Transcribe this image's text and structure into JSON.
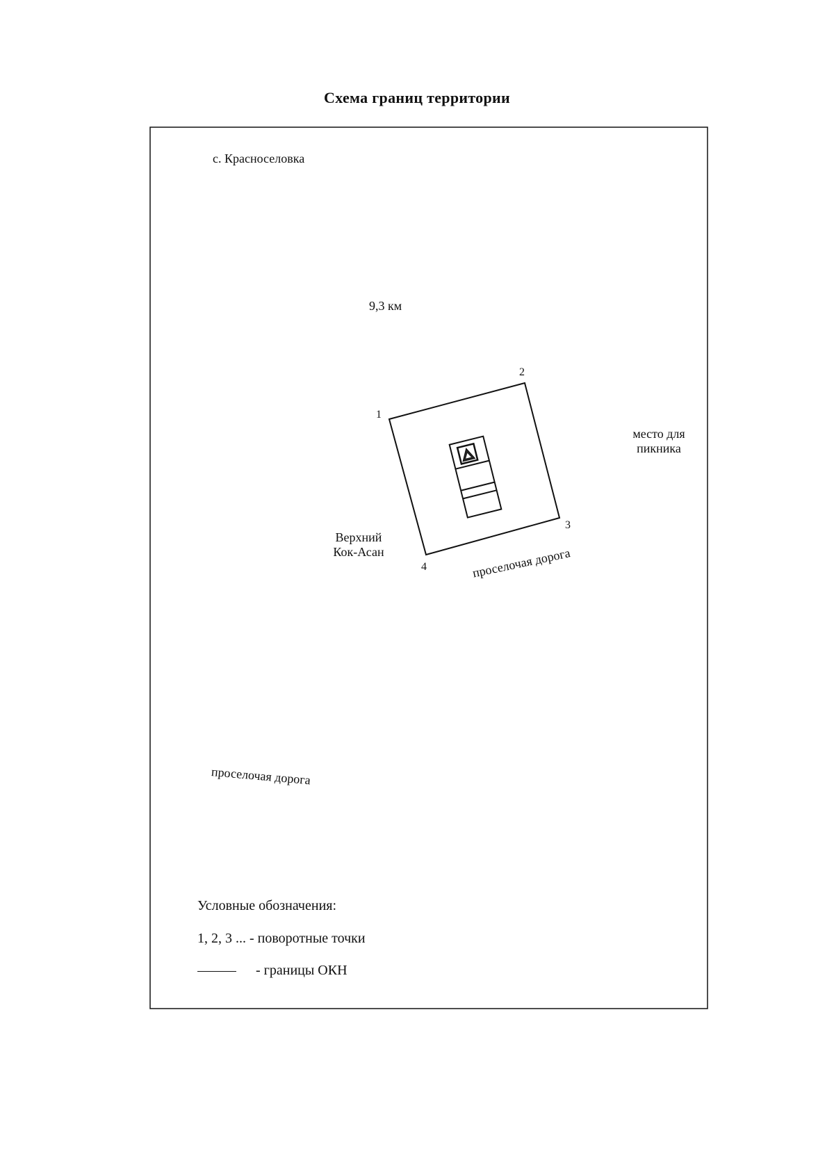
{
  "title": "Схема границ территории",
  "labels": {
    "settlement": "с. Красноселовка",
    "distance": "9,3 км",
    "picnic_line1": "место для",
    "picnic_line2": "пикника",
    "village_line1": "Верхний",
    "village_line2": "Кок-Асан",
    "road_near": "проселочая дорога",
    "road_far": "проселочая дорога"
  },
  "points": [
    "1",
    "2",
    "3",
    "4"
  ],
  "legend": {
    "title": "Условные обозначения:",
    "points_text": "1, 2, 3 ... - поворотные точки",
    "boundary_text": "- границы ОКН"
  },
  "colors": {
    "ink": "#111111",
    "background": "#ffffff"
  },
  "icons": {
    "monument": "triangle-in-square-icon"
  }
}
